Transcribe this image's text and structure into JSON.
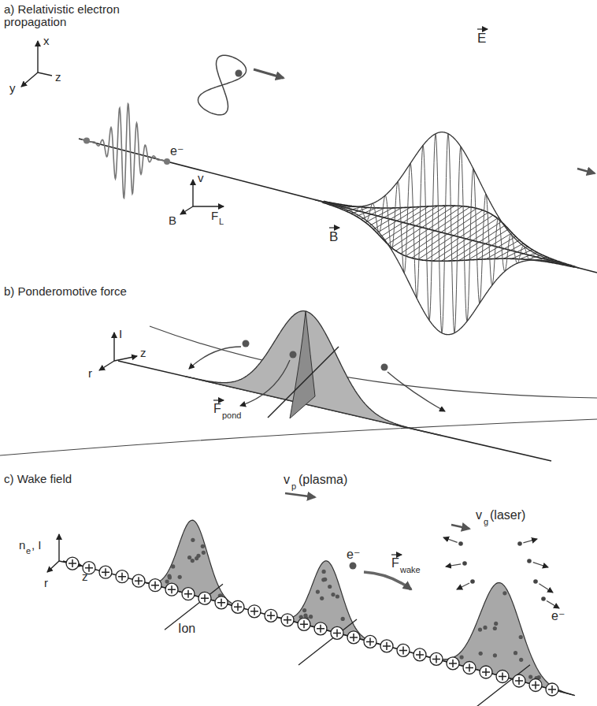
{
  "diagram": {
    "labels": [
      "a) Relativistic electron propagation",
      "x",
      "y",
      "z",
      "e⁻",
      "v",
      "B",
      "F",
      "L",
      "E",
      "B",
      "b) Ponderomotive force",
      "I",
      "r",
      "z",
      "F",
      "pond",
      "c) Wake field",
      "n",
      "e",
      ", I",
      "r",
      "z",
      "v",
      "p",
      "(plasma)",
      "e⁻",
      "F",
      "wake",
      "v",
      "g",
      "(laser)",
      "e⁻",
      "Ion"
    ]
  }
}
